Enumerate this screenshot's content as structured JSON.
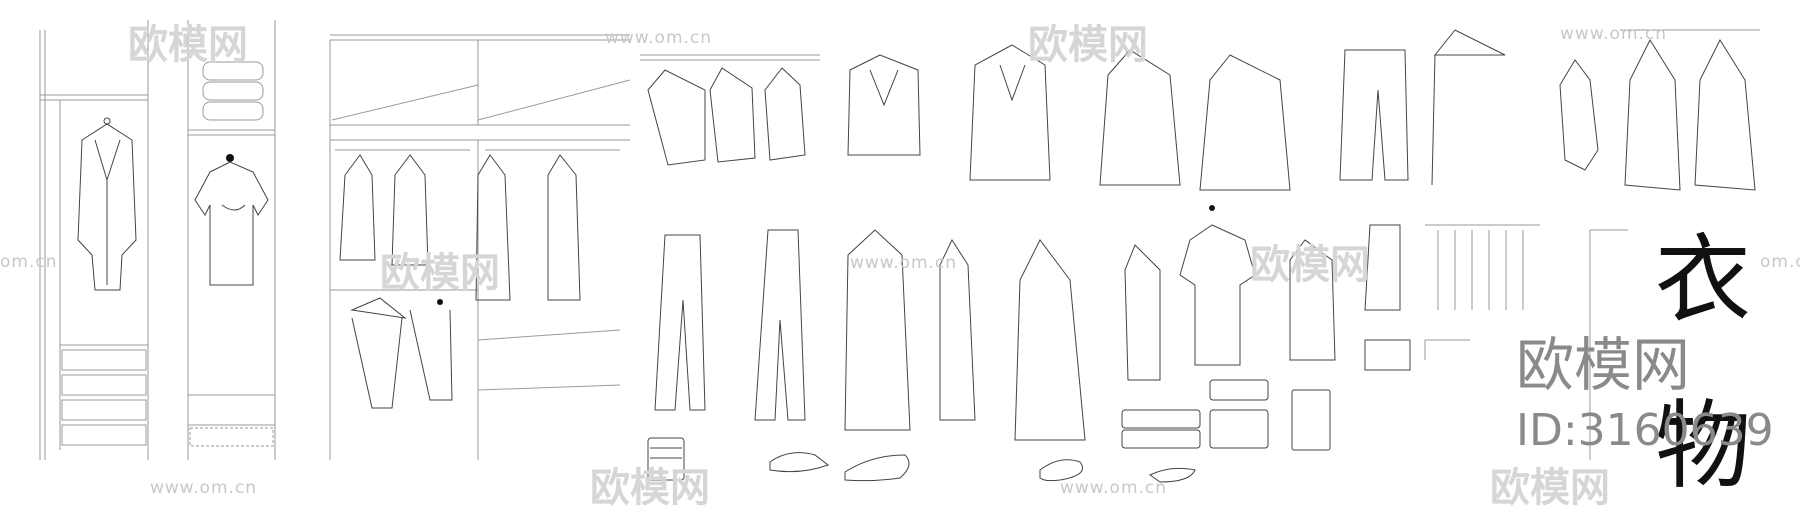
{
  "title": {
    "line1": "衣",
    "line2": "物"
  },
  "watermark": {
    "site_name": "欧模网",
    "id_text": "ID:3160639",
    "url": "www.om.cn",
    "short_url": "om.cn",
    "logo_text": "欧模网"
  },
  "icons": [
    "hanger-icon",
    "shirt-icon",
    "jacket-icon",
    "trousers-icon",
    "shoe-icon",
    "folded-clothes-icon",
    "dress-icon",
    "tie-icon"
  ]
}
